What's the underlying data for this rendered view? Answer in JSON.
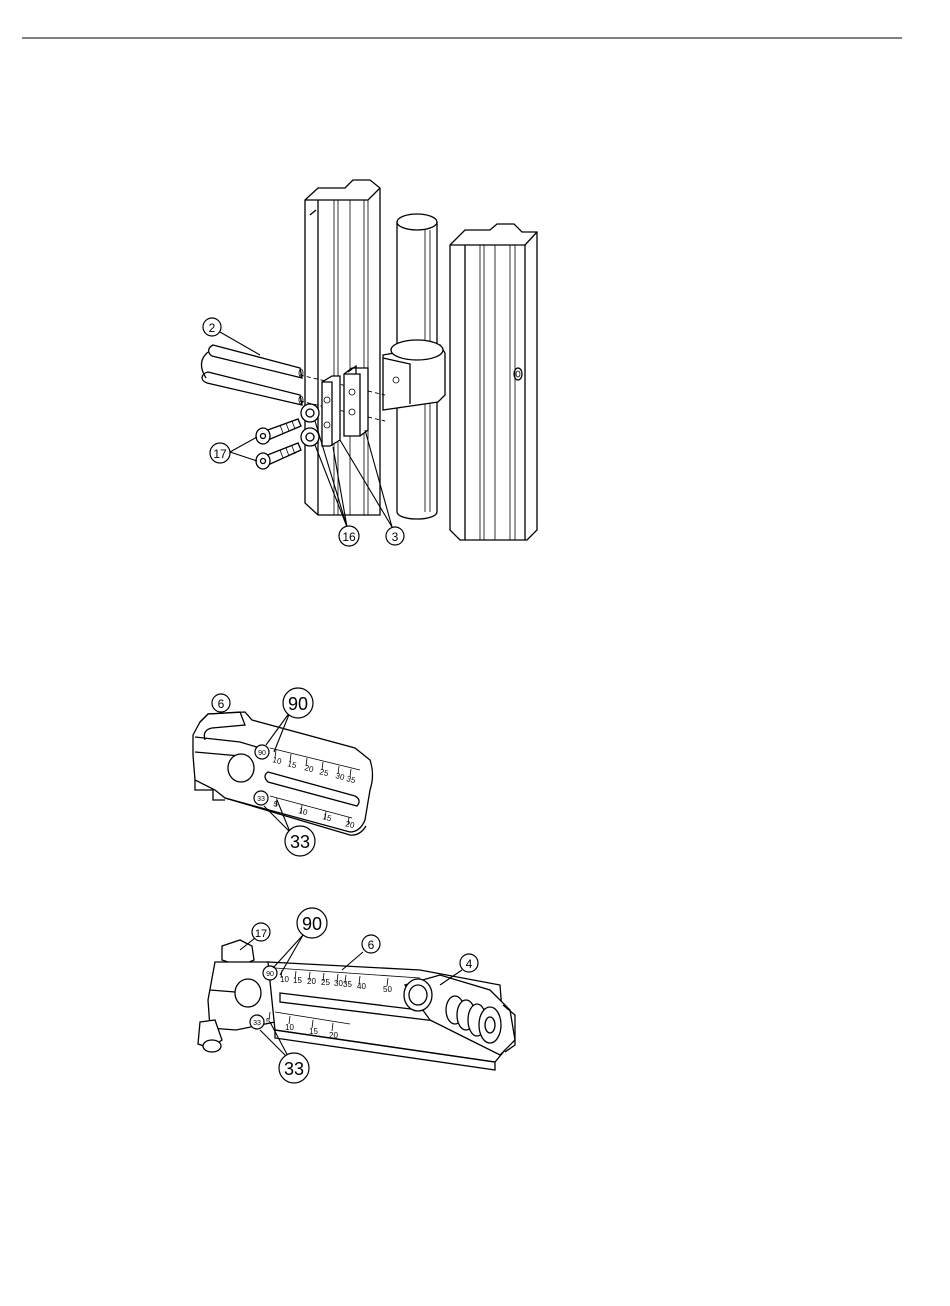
{
  "figure1": {
    "callouts": {
      "c2": "2",
      "c17": "17",
      "c16": "16",
      "c3": "3"
    }
  },
  "figure2": {
    "callouts": {
      "c6": "6",
      "c90": "90",
      "c33": "33"
    },
    "scale_marks": {
      "m90": "90",
      "m33": "33"
    },
    "scale_top": [
      "10",
      "15",
      "20",
      "25",
      "30",
      "35"
    ],
    "scale_bottom": [
      "5",
      "10",
      "15",
      "20"
    ]
  },
  "figure3": {
    "callouts": {
      "c17": "17",
      "c90": "90",
      "c6": "6",
      "c4": "4",
      "c33": "33"
    },
    "scale_marks": {
      "m90": "90",
      "m33": "33"
    },
    "scale_top": [
      "10",
      "15",
      "20",
      "25",
      "30",
      "35",
      "40",
      "50"
    ],
    "scale_bottom": [
      "5",
      "10",
      "15",
      "20"
    ]
  }
}
